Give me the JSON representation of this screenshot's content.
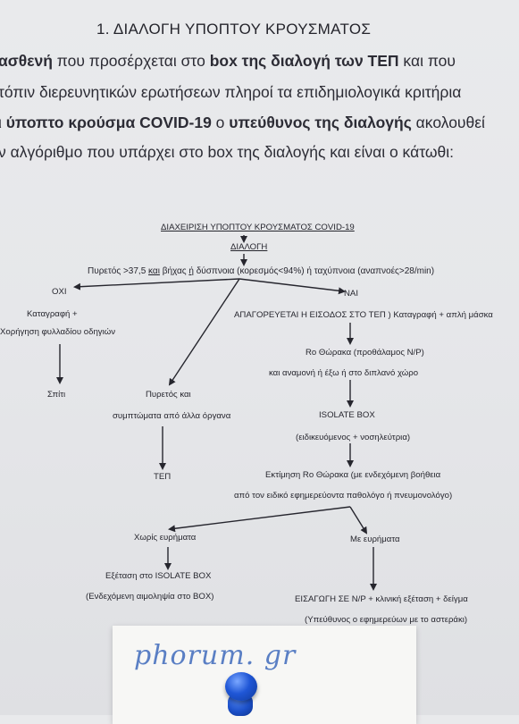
{
  "heading": "1.  ΔΙΑΛΟΓΗ ΥΠΟΠΤΟΥ ΚΡΟΥΣΜΑΤΟΣ",
  "intro": {
    "line1": [
      {
        "text": "ασθενή",
        "bold": true
      },
      {
        "text": " που προσέρχεται στο ",
        "bold": false
      },
      {
        "text": "box της  διαλογή των ΤΕΠ",
        "bold": true
      },
      {
        "text": " και που",
        "bold": false
      }
    ],
    "line2": [
      {
        "text": "τόπιν διερευνητικών ερωτήσεων πληροί τα επιδημιολογικά κριτήρια",
        "bold": false
      }
    ],
    "line3": [
      {
        "text": "ι ",
        "bold": false
      },
      {
        "text": "ύποπτο κρούσμα COVID-19",
        "bold": true
      },
      {
        "text": " ο ",
        "bold": false
      },
      {
        "text": "υπεύθυνος της διαλογής",
        "bold": true
      },
      {
        "text": " ακολουθεί",
        "bold": false
      }
    ],
    "line4": [
      {
        "text": "ν αλγόριθμο που υπάρχει στο box της διαλογής και είναι ο κάτωθι:",
        "bold": false
      }
    ]
  },
  "flowchart": {
    "title": "ΔΙΑΧΕΙΡΙΣΗ ΥΠΟΠΤΟΥ ΚΡΟΥΣΜΑΤΟΣ COVID-19",
    "triage": "ΔΙΑΛΟΓΗ",
    "criteria": {
      "pre": "Πυρετός >37,5 ",
      "kai": "και",
      "mid": " βήχας ",
      "i": "ή",
      "post": " δύσπνοια (κορεσμός<94%) ή ταχύπνοια (αναπνοές>28/min)"
    },
    "no_branch": {
      "label": "ΟΧΙ",
      "action1": "Καταγραφή +",
      "action2": "Χορήγηση φυλλαδίου οδηγιών",
      "outcome": "Σπίτι"
    },
    "middle_branch": {
      "line1": "Πυρετός και",
      "line2": "συμπτώματα από άλλα όργανα",
      "outcome": "ΤΕΠ"
    },
    "yes_branch": {
      "label": "ΝΑΙ",
      "action": "ΑΠΑΓΟΡΕΥΕΤΑΙ Η ΕΙΣΟΔΟΣ ΣΤΟ ΤΕΠ ) Καταγραφή + απλή μάσκα",
      "xray1": "Ro Θώρακα (προθάλαμος Ν/Ρ)",
      "xray2": "και αναμονή ή έξω ή στο διπλανό χώρο",
      "isolate": "ISOLATE BOX",
      "isolate_staff": "(ειδικευόμενος + νοσηλεύτρια)",
      "eval1": "Εκτίμηση Ro Θώρακα (με ενδεχόμενη βοήθεια",
      "eval2": "από τον ειδικό εφημερεύοντα παθολόγο ή πνευμονολόγο)"
    },
    "no_findings": {
      "label": "Χωρίς ευρήματα",
      "action": "Εξέταση στο ISOLATE BOX",
      "note": "(Ενδεχόμενη αιμοληψία στο BOX)"
    },
    "findings": {
      "label": "Με ευρήματα",
      "action": "ΕΙΣΑΓΩΓΗ ΣΕ Ν/Ρ + κλινική εξέταση + δείγμα",
      "note": "(Υπεύθυνος ο εφημερεύων με το αστεράκι)"
    }
  },
  "sticky_note": {
    "handwriting": "phorum. gr"
  },
  "colors": {
    "paper": "#e7e8eb",
    "ink": "#26262e",
    "pin": "#1f56d6",
    "handwriting": "#5a7fc4"
  },
  "icons": [
    "push-pin-icon"
  ]
}
